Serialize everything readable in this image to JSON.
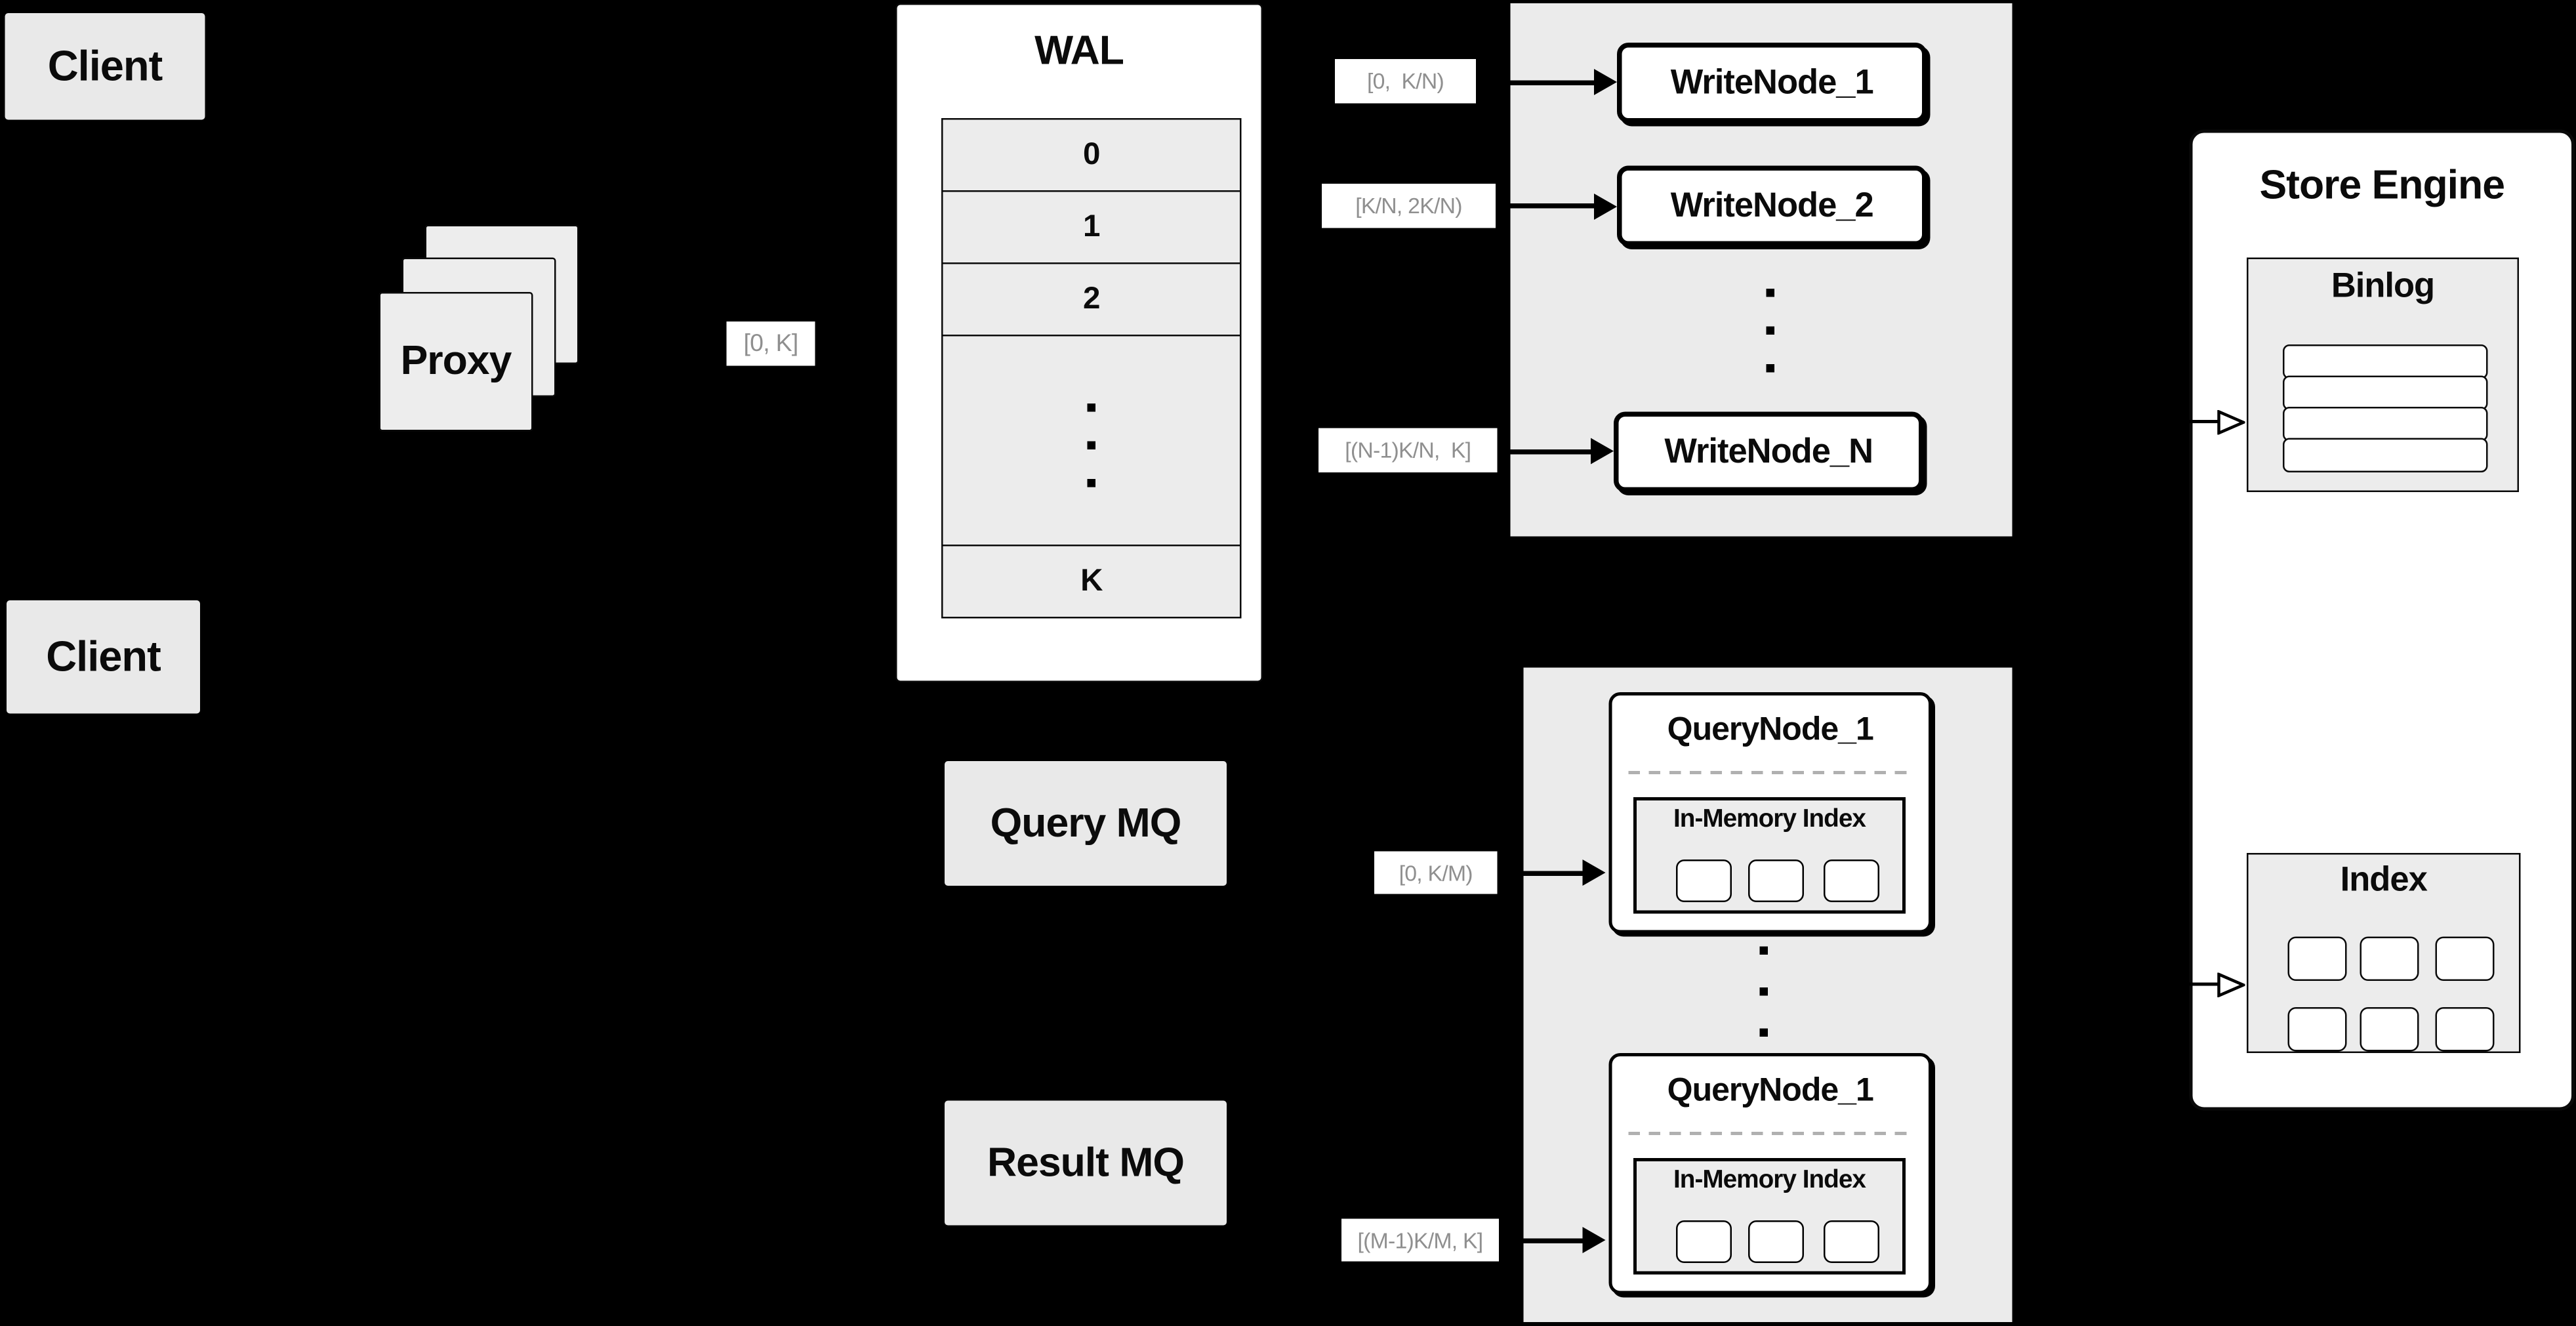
{
  "colors": {
    "background": "#000000",
    "box_gray": "#e9e9e9",
    "panel_gray": "#ebebeb",
    "cell_gray": "#ececec",
    "label_text_gray": "#8f8f8f",
    "line_black": "#000000",
    "surface_white": "#ffffff"
  },
  "clients": {
    "top": "Client",
    "bottom": "Client"
  },
  "proxy": {
    "label": "Proxy",
    "range": "[0, K]"
  },
  "wal": {
    "title": "WAL",
    "rows": [
      "0",
      "1",
      "2"
    ],
    "last_row": "K"
  },
  "write_group": {
    "nodes": [
      {
        "range": "[0,  K/N)",
        "label": "WriteNode_1"
      },
      {
        "range": "[K/N, 2K/N)",
        "label": "WriteNode_2"
      },
      {
        "range": "[(N-1)K/N,  K]",
        "label": "WriteNode_N"
      }
    ]
  },
  "store_engine": {
    "title": "Store Engine",
    "binlog": {
      "title": "Binlog"
    },
    "index": {
      "title": "Index"
    }
  },
  "mq": {
    "query": "Query MQ",
    "result": "Result MQ"
  },
  "query_group": {
    "nodes": [
      {
        "range": "[0, K/M)",
        "label": "QueryNode_1",
        "inner_title": "In-Memory Index"
      },
      {
        "range": "[(M-1)K/M, K]",
        "label": "QueryNode_1",
        "inner_title": "In-Memory Index"
      }
    ]
  }
}
